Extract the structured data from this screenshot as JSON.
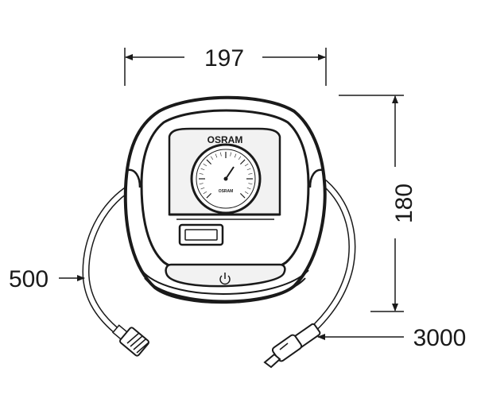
{
  "dimensions": {
    "width": "197",
    "height": "180",
    "hose_length": "500",
    "cable_length": "3000"
  },
  "device": {
    "brand": "OSRAM",
    "gauge_brand": "OSRAM",
    "power_icon": "power-icon"
  },
  "colors": {
    "stroke": "#1a1a1a",
    "body_fill": "#ffffff",
    "panel_fill": "#f2f2f2"
  }
}
